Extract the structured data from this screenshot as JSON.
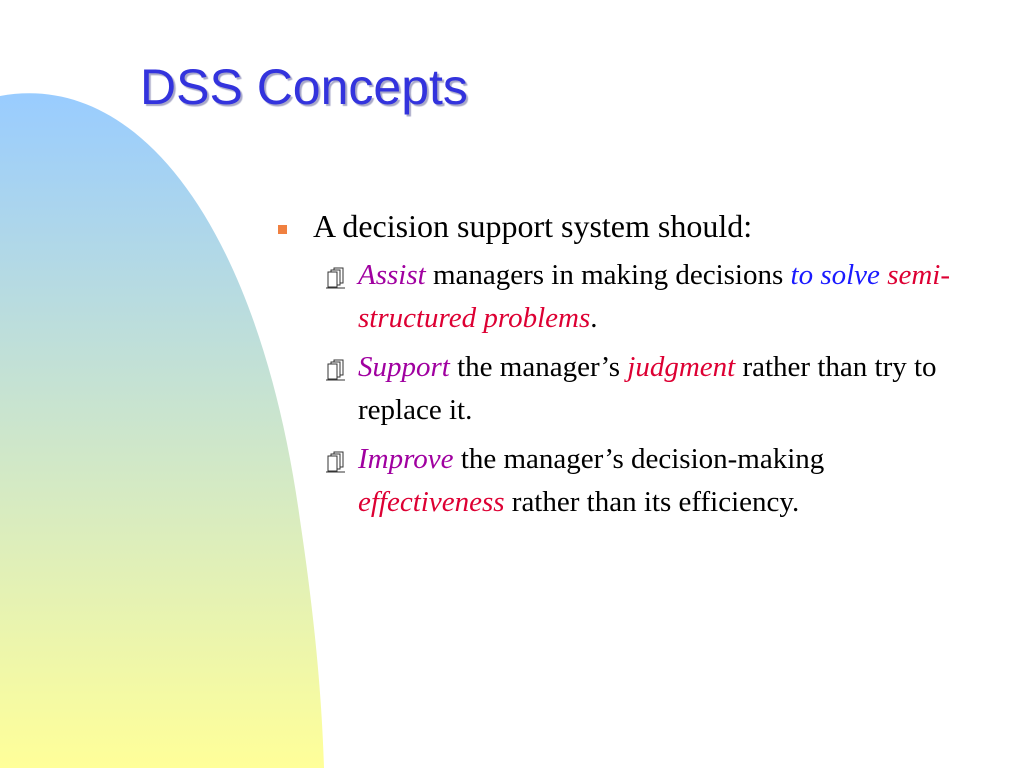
{
  "slide": {
    "title": "DSS Concepts",
    "main_bullet": "A decision support system should:",
    "points": [
      {
        "parts": [
          {
            "text": "Assist",
            "style": "em-purple"
          },
          {
            "text": " managers in making decisions ",
            "style": ""
          },
          {
            "text": "to solve",
            "style": "em-blue"
          },
          {
            "text": " ",
            "style": ""
          },
          {
            "text": "semi-structured problems",
            "style": "em-red"
          },
          {
            "text": ".",
            "style": ""
          }
        ]
      },
      {
        "parts": [
          {
            "text": "Support",
            "style": "em-purple"
          },
          {
            "text": " the manager’s ",
            "style": ""
          },
          {
            "text": "judgment",
            "style": "em-red"
          },
          {
            "text": " rather than try to replace it.",
            "style": ""
          }
        ]
      },
      {
        "parts": [
          {
            "text": "Improve",
            "style": "em-purple"
          },
          {
            "text": " the manager’s decision-making ",
            "style": ""
          },
          {
            "text": "effectiveness",
            "style": "em-red"
          },
          {
            "text": " rather than its efficiency.",
            "style": ""
          }
        ]
      }
    ]
  },
  "colors": {
    "title": "#3333dd",
    "bullet": "#f08040",
    "emphasis_purple": "#a000a0",
    "emphasis_blue": "#1a1aff",
    "emphasis_red": "#dd0033",
    "gradient_top": "#99ccff",
    "gradient_bottom": "#ffff99"
  },
  "icons": {
    "main_bullet": "orange-square-bullet",
    "sub_bullet": "stacked-pages-icon"
  }
}
